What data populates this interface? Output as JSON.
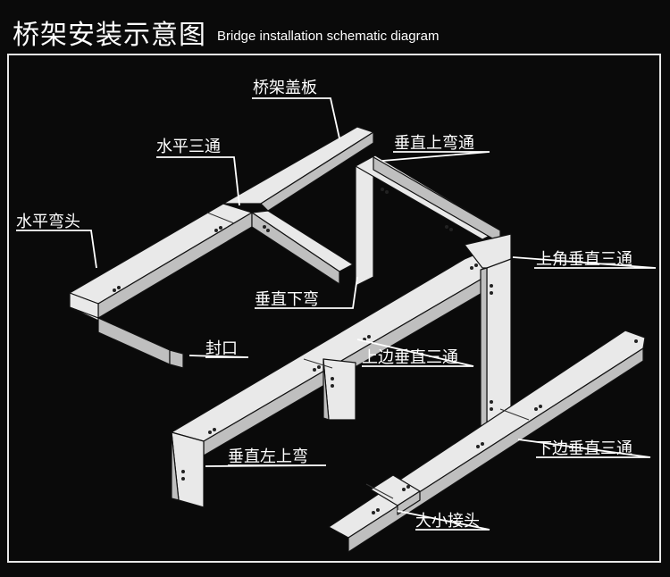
{
  "header": {
    "title_cn": "桥架安装示意图",
    "title_en": "Bridge installation schematic diagram"
  },
  "labels": {
    "cover_plate": "桥架盖板",
    "horizontal_tee": "水平三通",
    "vertical_upper_bend_tee": "垂直上弯通",
    "horizontal_elbow": "水平弯头",
    "corner_vertical_tee": "上角垂直三通",
    "vertical_down_bend": "垂直下弯",
    "end_cap": "封口",
    "upper_side_vertical_tee": "上边垂直三通",
    "vertical_left_upper_bend": "垂直左上弯",
    "lower_side_vertical_tee": "下边垂直三通",
    "reducer_joint": "大小接头"
  },
  "colors": {
    "background": "#0a0a0a",
    "tray_fill": "#e9e9e9",
    "tray_side": "#bfbfbf",
    "text": "#ffffff"
  }
}
